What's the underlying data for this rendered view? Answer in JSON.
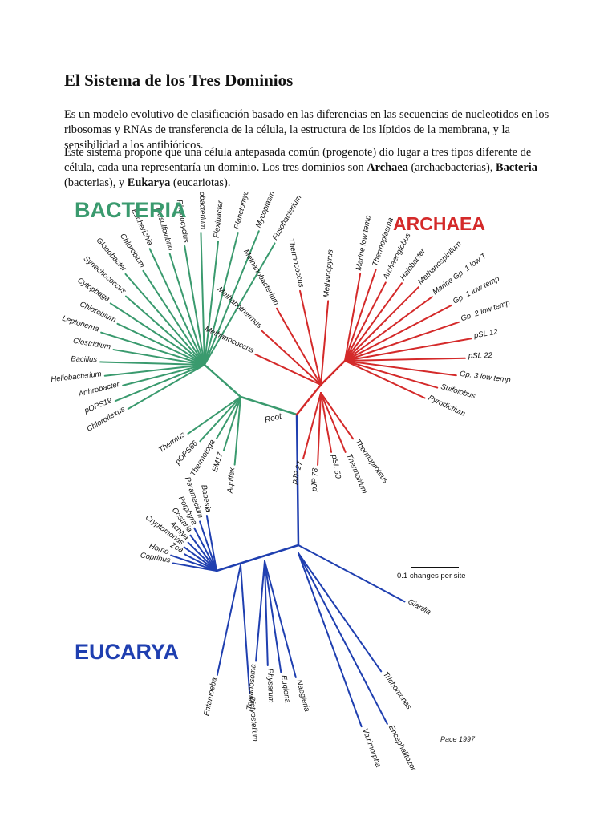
{
  "title": "El Sistema de los Tres Dominios",
  "paragraph1": "Es un modelo evolutivo de clasificación basado en las diferencias en las secuencias de nucleotidos en los ribosomas y RNAs de transferencia de la célula, la estructura de los lípidos de la membrana, y la sensibilidad a los antibióticos.",
  "paragraph2": {
    "part1": "Este sistema propone que una célula antepasada común (progenote) dio lugar a tres tipos diferente de célula, cada una representaría un dominio. Los tres dominios son ",
    "archaea": "Archaea",
    "part2": " (archaebacterias), ",
    "bacteria": "Bacteria",
    "part3": " (bacterias), y ",
    "eukarya": "Eukarya",
    "part4": " (eucariotas)."
  },
  "tree": {
    "domains": {
      "bacteria": "BACTERIA",
      "archaea": "ARCHAEA",
      "eucarya": "EUCARYA"
    },
    "colors": {
      "bacteria": "#3a9a6e",
      "archaea": "#d42a2a",
      "eucarya": "#1f3fb0"
    },
    "root_label": "Root",
    "scale_label": "0.1 changes per site",
    "credit": "Pace 1997",
    "bacteria_taxa": [
      "Aquifex",
      "EM17",
      "Thermotoga",
      "pOPS66",
      "Thermus",
      "Chloroflexus",
      "pOPS19",
      "Arthrobacter",
      "Heliobacterium",
      "Bacillus",
      "Clostridium",
      "Leptonema",
      "Chlorobium",
      "Cytophaga",
      "Synechococcus",
      "Gloeobacter",
      "Chlorobium",
      "Escherichia",
      "Desulfovibrio",
      "Rhodocyclus",
      "Agrobacterium",
      "Flexibacter",
      "Planctomyces",
      "Mycoplasma",
      "Fusobacterium"
    ],
    "archaea_taxa": [
      "Methanococcus",
      "Methanothermus",
      "Methanobacterium",
      "Thermococcus",
      "Methanopyrus",
      "Marine low temp",
      "Thermoplasma",
      "Archaeoglobus",
      "Halobacter",
      "Methanospirillum",
      "Marine Gp. 1 low T",
      "Gp. 1 low temp",
      "Gp. 2 low temp",
      "pSL 12",
      "pSL 22",
      "Gp. 3 low temp",
      "Sulfolobus",
      "Pyrodictium",
      "Thermoproteus",
      "Thermofilum",
      "pSL 50",
      "pJP 78",
      "pJP 27"
    ],
    "eucarya_taxa": [
      "Coprinus",
      "Homo",
      "Zea",
      "Cryptomonas",
      "Achlya",
      "Costaria",
      "Porphyra",
      "Paramecium",
      "Babesia",
      "Dictyostelium",
      "Entamoeba",
      "Naegleria",
      "Euglena",
      "Physarum",
      "Trypanosoma",
      "Trichomonas",
      "Encephalitozoon",
      "Vairimorpha",
      "Giardia"
    ]
  }
}
